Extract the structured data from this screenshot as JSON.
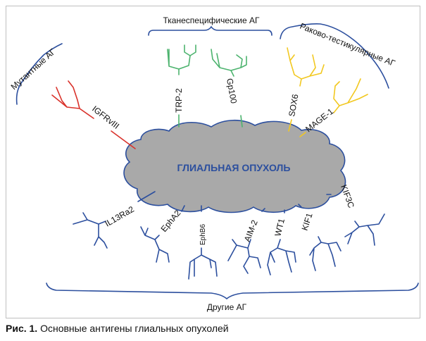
{
  "colors": {
    "red": "#d9322b",
    "green": "#4cb36e",
    "yellow": "#f2c820",
    "blue": "#2c4f9e",
    "cloud_fill": "#a9a9a9",
    "cloud_stroke": "#2c4f9e",
    "cloud_text": "#2c4f9e"
  },
  "center_label": "ГЛИАЛЬНАЯ ОПУХОЛЬ",
  "groups": {
    "tissue": "Тканеспецифические АГ",
    "cancer_testis": "Раково-тестикулярные АГ",
    "mutant": "Мутантные АГ",
    "other": "Другие АГ"
  },
  "antigens": {
    "igfrviii": "IGFRvIII",
    "trp2": "TRP-2",
    "gp100": "Gp100",
    "sox6": "SOX6",
    "mage1": "MAGE-1",
    "il13ra2": "IL13Ra2",
    "epha2": "EphA2",
    "ephb6": "EphB6",
    "aim2": "AIM-2",
    "wt1": "WT1",
    "kif1": "KIF1",
    "kif3c": "KIF3C"
  },
  "caption": {
    "prefix": "Рис. 1.",
    "text": " Основные антигены глиальных опухолей"
  }
}
